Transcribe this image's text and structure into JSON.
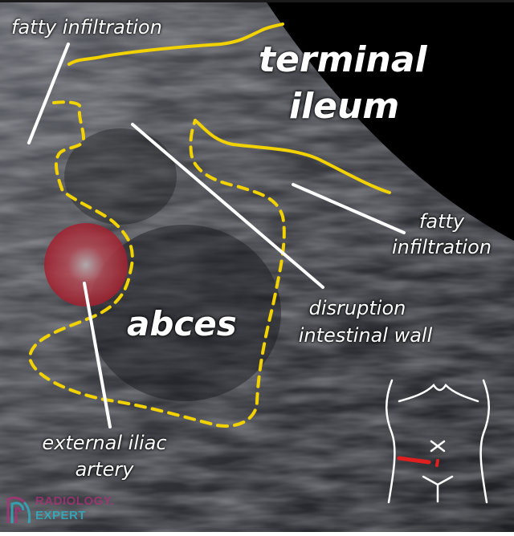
{
  "image": {
    "type": "annotated ultrasound",
    "subject": "terminal ileum with abscess"
  },
  "labels": {
    "fatty_top": "fatty infiltration",
    "terminal": "terminal",
    "ileum": "ileum",
    "fatty_right_1": "fatty",
    "fatty_right_2": "infiltration",
    "disruption_1": "disruption",
    "disruption_2": "intestinal wall",
    "abces": "abces",
    "iliac_1": "external iliac",
    "iliac_2": "artery"
  },
  "logo": {
    "line1": "RADIOLOGY.",
    "line2": "EXPERT",
    "color_primary": "#b0307a",
    "color_secondary": "#2bb5c8"
  },
  "colors": {
    "outline": "#f2d200",
    "pointer": "#ffffff",
    "artery": "#c0303a",
    "probe_marker": "#e02020",
    "background": "#000000"
  },
  "body_diagram": {
    "description": "torso outline with probe position in right lower quadrant"
  }
}
